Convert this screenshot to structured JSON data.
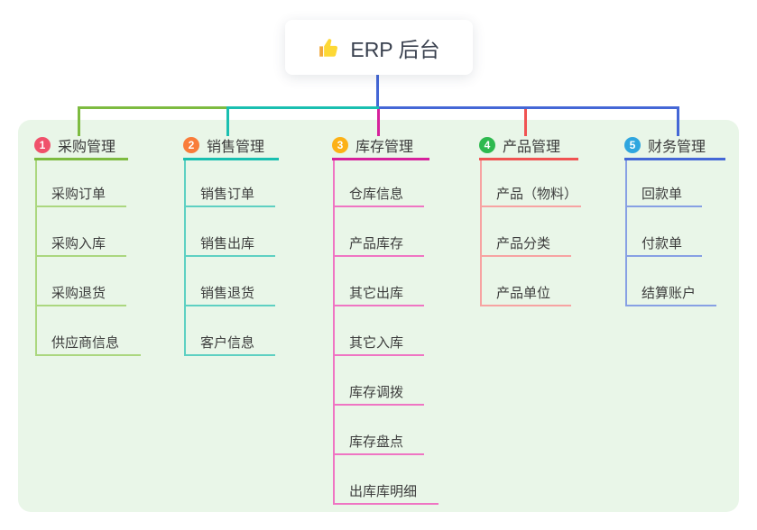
{
  "root": {
    "label": "ERP 后台",
    "icon": "thumbs-up-icon",
    "icon_color": "#fdd835"
  },
  "canvas": {
    "page_bg": "#ffffff",
    "panel_bg": "#e9f6e8"
  },
  "connector": {
    "root_color": "#4467d6"
  },
  "branches": [
    {
      "index": "1",
      "title": "采购管理",
      "badge_color": "#f0516b",
      "line_color": "#7dbb40",
      "child_line_color": "#abd77f",
      "children": [
        "采购订单",
        "采购入库",
        "采购退货",
        "供应商信息"
      ]
    },
    {
      "index": "2",
      "title": "销售管理",
      "badge_color": "#f97c3a",
      "line_color": "#19bfb0",
      "child_line_color": "#5ed0c2",
      "children": [
        "销售订单",
        "销售出库",
        "销售退货",
        "客户信息"
      ]
    },
    {
      "index": "3",
      "title": "库存管理",
      "badge_color": "#fcb116",
      "line_color": "#d6219c",
      "child_line_color": "#ef75c3",
      "children": [
        "仓库信息",
        "产品库存",
        "其它出库",
        "其它入库",
        "库存调拨",
        "库存盘点",
        "出库库明细"
      ]
    },
    {
      "index": "4",
      "title": "产品管理",
      "badge_color": "#2eb94f",
      "line_color": "#f05352",
      "child_line_color": "#f7a3a2",
      "children": [
        "产品（物料）",
        "产品分类",
        "产品单位"
      ]
    },
    {
      "index": "5",
      "title": "财务管理",
      "badge_color": "#2fa6df",
      "line_color": "#4467d6",
      "child_line_color": "#87a0e4",
      "children": [
        "回款单",
        "付款单",
        "结算账户"
      ]
    }
  ]
}
